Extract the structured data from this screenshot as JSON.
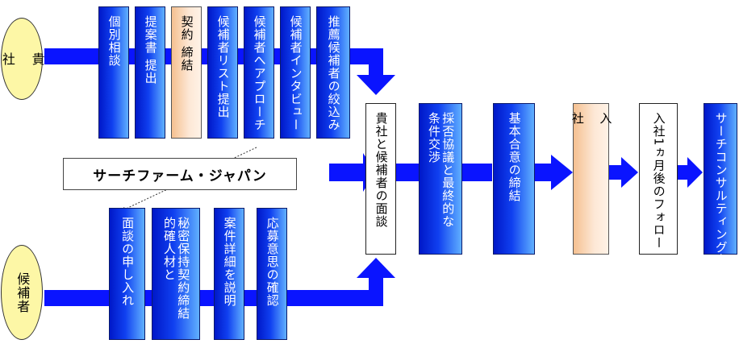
{
  "colors": {
    "flow_blue": "#0a14ff",
    "box_blue": "#1040f0",
    "peach": "#fde8d6",
    "oval": "#fdf7a6"
  },
  "client": {
    "label": "貴\n\n社"
  },
  "candidate": {
    "label": "候補者"
  },
  "firm_label": "サーチファーム・ジャパン",
  "top_steps": [
    {
      "label": "個別相談"
    },
    {
      "label": "提案書 提出"
    },
    {
      "label": "契約 締結"
    },
    {
      "label": "候補者リスト提出"
    },
    {
      "label": "候補者へアプローチ"
    },
    {
      "label": "候補者インタビュー"
    },
    {
      "label": "推薦候補者の絞込み"
    }
  ],
  "bottom_steps": [
    {
      "label": "面談の申し入れ"
    },
    {
      "label": "秘密保持契約締結\n的確人材と"
    },
    {
      "label": "案件詳細を説明"
    },
    {
      "label": "応募意思の確認"
    }
  ],
  "main_steps": [
    {
      "label": "貴社と候補者の面談"
    },
    {
      "label": "採否協議と最終的な\n条件交渉"
    },
    {
      "label": "基本合意の締結"
    },
    {
      "label": "入\n\n社"
    },
    {
      "label": "入社1ヵ月後のフォロー"
    },
    {
      "label": "サーチコンサルティング完了"
    }
  ]
}
